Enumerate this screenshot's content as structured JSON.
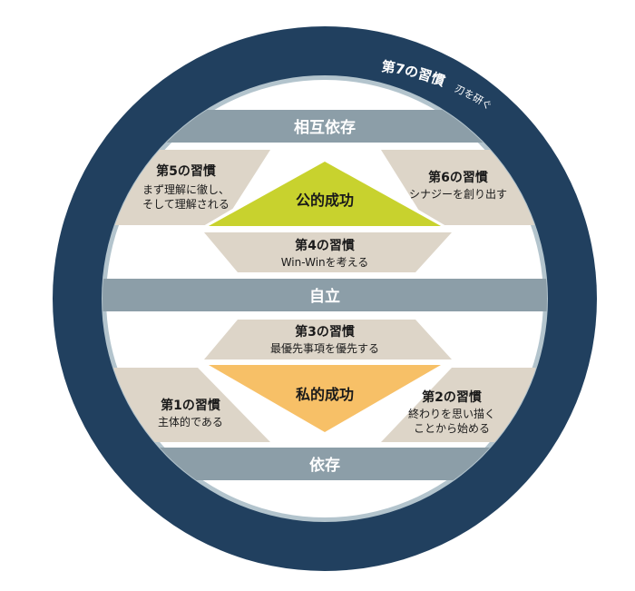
{
  "outer_ring": {
    "title": "第7の習慣",
    "subtitle": "刃を研ぐ"
  },
  "bands": {
    "interdependence": "相互依存",
    "independence": "自立",
    "dependence": "依存"
  },
  "upper_triangle": {
    "label": "公的成功",
    "habit4": {
      "title": "第4の習慣",
      "desc": "Win-Winを考える"
    },
    "habit5": {
      "title": "第5の習慣",
      "desc1": "まず理解に徹し、",
      "desc2": "そして理解される"
    },
    "habit6": {
      "title": "第6の習慣",
      "desc": "シナジーを創り出す"
    }
  },
  "lower_triangle": {
    "label": "私的成功",
    "habit3": {
      "title": "第3の習慣",
      "desc": "最優先事項を優先する"
    },
    "habit1": {
      "title": "第1の習慣",
      "desc": "主体的である"
    },
    "habit2": {
      "title": "第2の習慣",
      "desc1": "終わりを思い描く",
      "desc2": "ことから始める"
    }
  },
  "colors": {
    "ring": "#21405f",
    "ring_edge": "#b3c4cd",
    "band": "#8c9ea8",
    "beige": "#ddd5c8",
    "public_success": "#c8d22e",
    "private_success": "#f7c067",
    "text_dark": "#1a1a1a",
    "text_light": "#ffffff"
  }
}
